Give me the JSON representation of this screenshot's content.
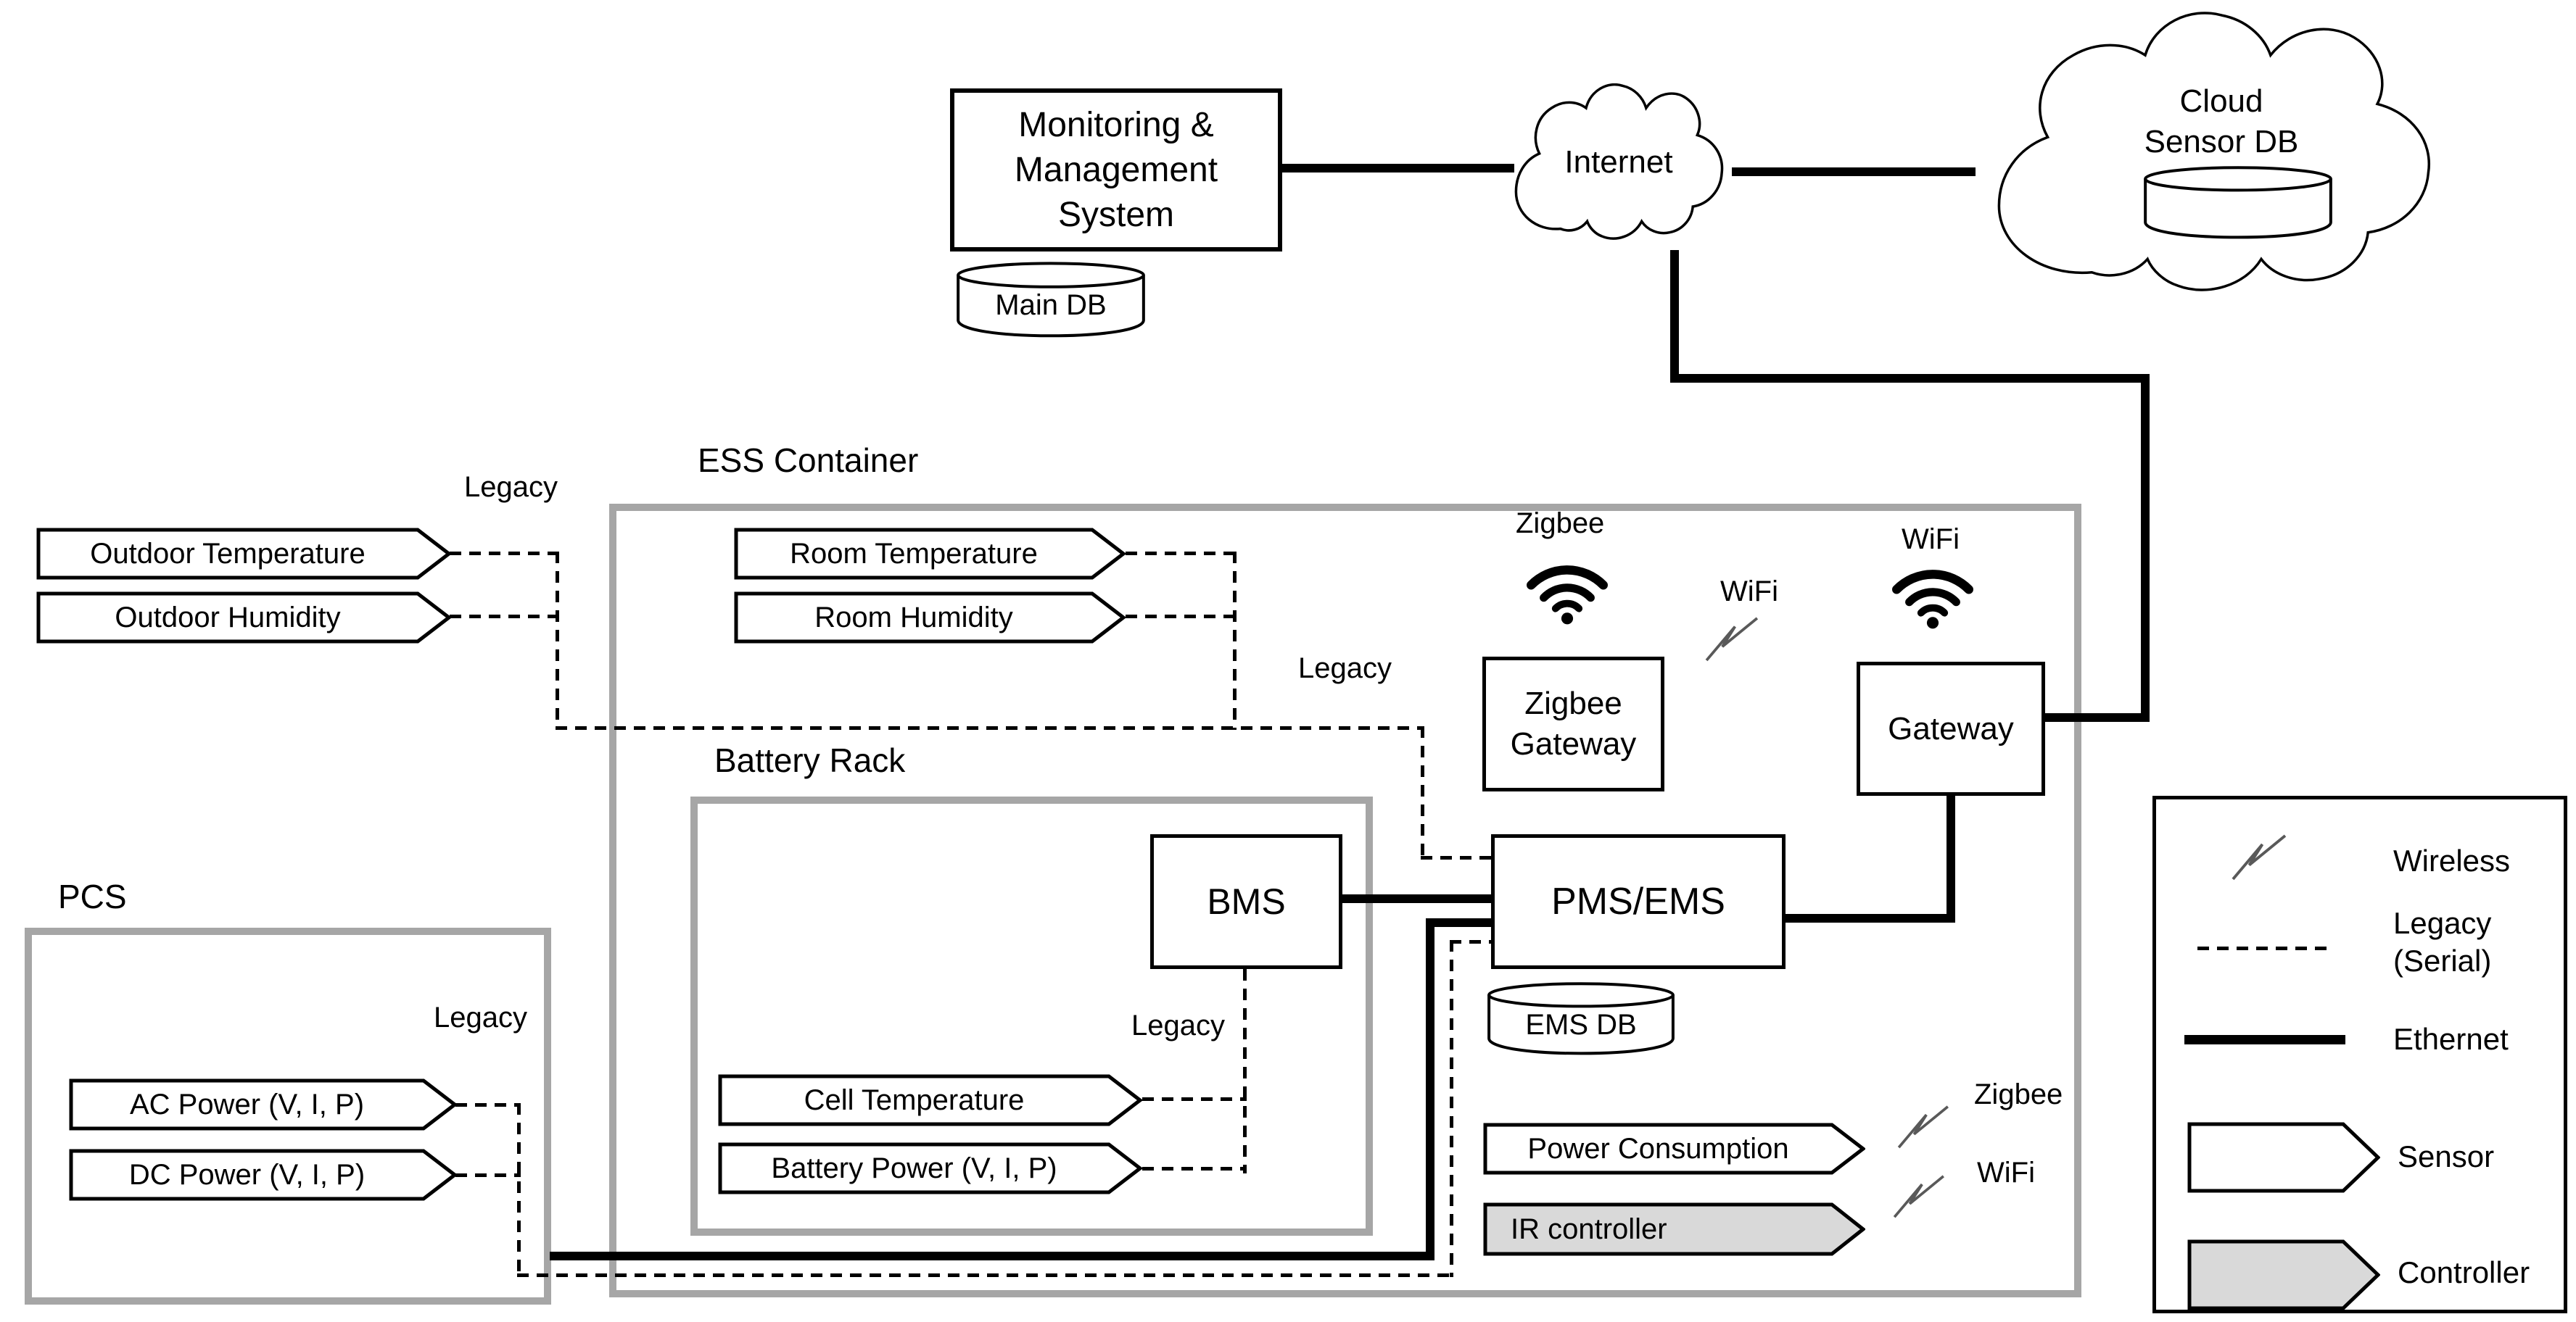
{
  "nodes": {
    "mms": {
      "lines": [
        "Monitoring &",
        "Management",
        "System"
      ]
    },
    "main_db": "Main DB",
    "internet": "Internet",
    "cloud_db": {
      "lines": [
        "Cloud",
        "Sensor DB"
      ]
    },
    "ems_db": "EMS DB",
    "bms": "BMS",
    "pms": "PMS/EMS",
    "zigbee_gateway": {
      "lines": [
        "Zigbee",
        "Gateway"
      ]
    },
    "gateway": "Gateway"
  },
  "containers": {
    "ess": "ESS Container",
    "battery_rack": "Battery Rack",
    "pcs": "PCS"
  },
  "sensors": {
    "outdoor_temperature": "Outdoor Temperature",
    "outdoor_humidity": "Outdoor Humidity",
    "room_temperature": "Room Temperature",
    "room_humidity": "Room Humidity",
    "ac_power": "AC Power (V, I, P)",
    "dc_power": "DC Power (V, I, P)",
    "cell_temperature": "Cell Temperature",
    "battery_power": "Battery Power (V, I, P)",
    "power_consumption": "Power Consumption",
    "ir_controller": "IR controller"
  },
  "labels": {
    "legacy_outdoor": "Legacy",
    "legacy_mid": "Legacy",
    "legacy_bms": "Legacy",
    "legacy_pcs": "Legacy",
    "zigbee_top": "Zigbee",
    "wifi_top": "WiFi",
    "wifi_mid": "WiFi",
    "zigbee_right": "Zigbee",
    "wifi_right": "WiFi"
  },
  "legend": {
    "wireless": "Wireless",
    "legacy_line1": "Legacy",
    "legacy_line2": "(Serial)",
    "ethernet": "Ethernet",
    "sensor": "Sensor",
    "controller": "Controller"
  },
  "colors": {
    "container_border": "#a6a6a6",
    "controller_fill": "#d9d9d9",
    "line": "#000000",
    "wireless_stroke": "#595959"
  }
}
